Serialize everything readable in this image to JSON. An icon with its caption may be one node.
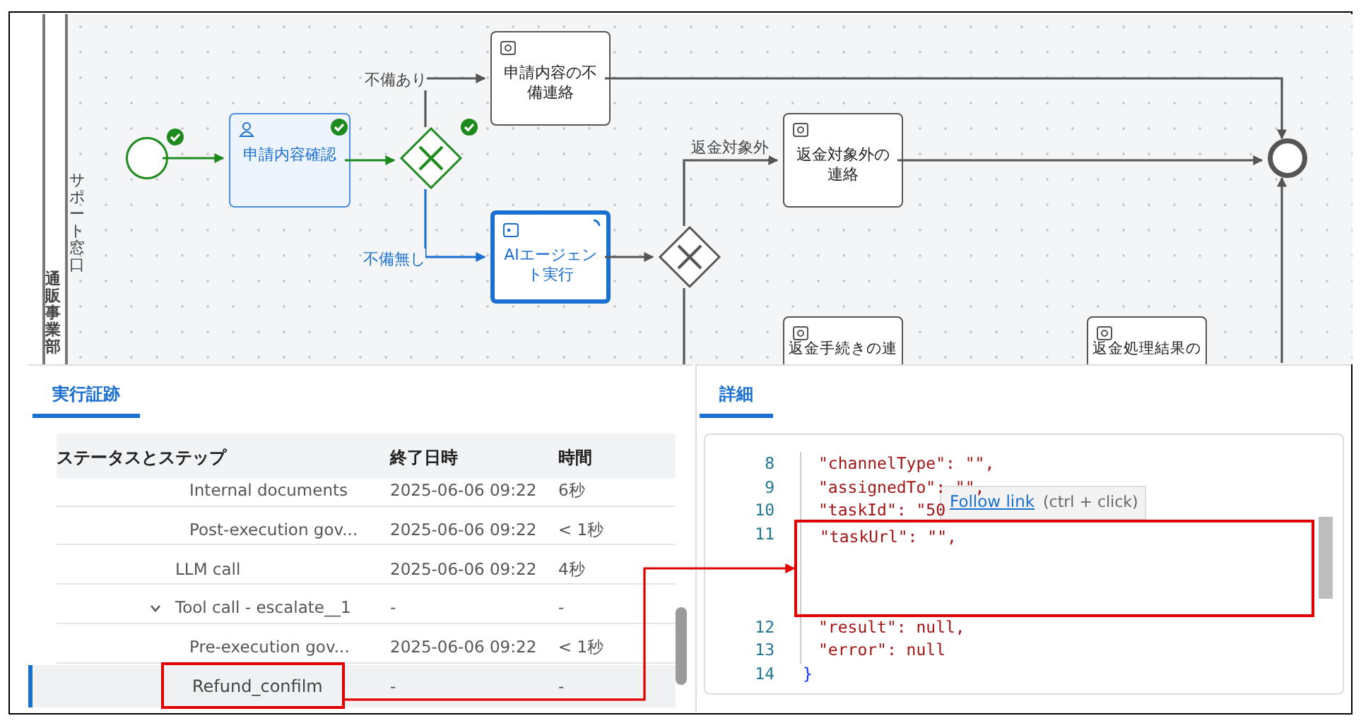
{
  "diagram": {
    "nodes": [
      {
        "text": [
          "通販事業部"
        ]
      },
      {
        "text": [
          "サポート窓口"
        ],
        "in": 0
      },
      {
        "text": [],
        "shape": "circle",
        "in": 1
      },
      {
        "text": [
          "申請内容確認"
        ],
        "in": 1
      },
      {
        "text": [],
        "shape": "diamond",
        "in": 1
      },
      {
        "text": [
          "申請内容の不備連絡"
        ],
        "in": 1
      },
      {
        "text": [
          "AIエージェント実行"
        ],
        "in": 1
      },
      {
        "text": [],
        "shape": "diamond",
        "in": 1
      },
      {
        "text": [
          "返金対象外の連絡"
        ],
        "in": 1
      },
      {
        "text": [],
        "shape": "circle",
        "in": 1
      },
      {
        "text": [
          "返金手続きの連"
        ],
        "in": 1
      },
      {
        "text": [
          "返金処理結果の"
        ],
        "in": 1
      },
      {
        "text": [
          "Refund_confilm"
        ]
      },
      {
        "text": [
          "\"taskUrl\": \"\","
        ]
      }
    ],
    "edges": [
      {
        "from": 2,
        "to": 3,
        "arrow": "to",
        "color": "#1e8a1e"
      },
      {
        "from": 3,
        "to": 4,
        "arrow": "to",
        "color": "#1e8a1e"
      },
      {
        "from": 4,
        "to": 5,
        "arrow": "to",
        "label": "不備あり"
      },
      {
        "from": 4,
        "to": 6,
        "arrow": "to",
        "label": "不備無し",
        "color": "#1a6fd1"
      },
      {
        "from": 6,
        "to": 7,
        "arrow": "to"
      },
      {
        "from": 7,
        "to": 8,
        "arrow": "to",
        "label": "返金対象外"
      },
      {
        "from": 5,
        "to": 9,
        "arrow": "to"
      },
      {
        "from": 8,
        "to": 9,
        "arrow": "to"
      },
      {
        "from": 7,
        "to": null,
        "arrow": "none"
      },
      {
        "from": null,
        "to": 9,
        "arrow": "to"
      },
      {
        "from": 12,
        "to": 13,
        "arrow": "to",
        "color": "#e00000"
      }
    ],
    "labels": [
      "実行証跡",
      "ステータスとステップ",
      "終了日時",
      "時間",
      "Internal documents",
      "2025-06-06 09:22",
      "6秒",
      "Post-execution gov...",
      "2025-06-06 09:22",
      "< 1秒",
      "LLM call",
      "2025-06-06 09:22",
      "4秒",
      "Tool call - escalate__1",
      "-",
      "-",
      "Pre-execution gov...",
      "2025-06-06 09:22",
      "< 1秒",
      "-",
      "-",
      "詳細",
      "8",
      "\"channelType\": \"\",",
      "9",
      "\"assignedTo\": \"\",",
      "10",
      "\"taskId\": \"50",
      "11",
      "12",
      "\"result\": null,",
      "13",
      "\"error\": null",
      "14",
      "}",
      "Follow link",
      "(ctrl + click)"
    ]
  }
}
